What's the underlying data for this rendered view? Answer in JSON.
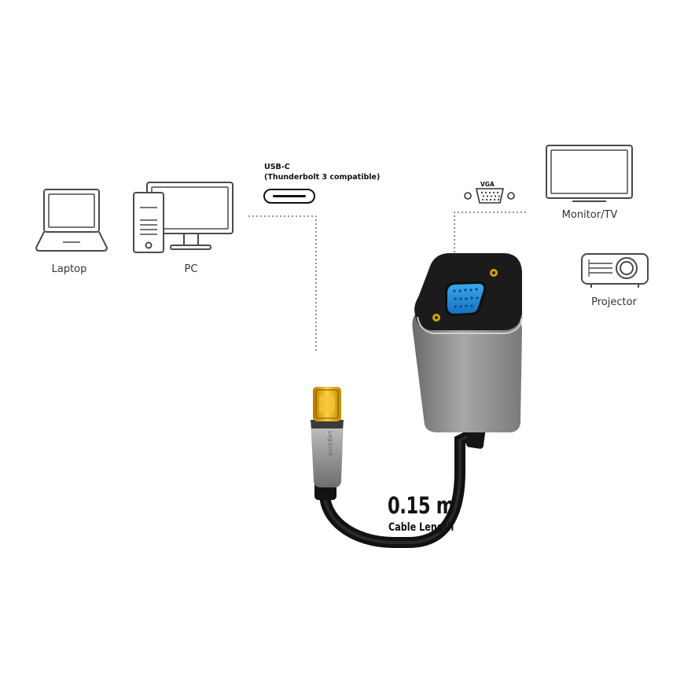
{
  "devices": {
    "laptop": "Laptop",
    "pc": "PC",
    "monitor": "Monitor/TV",
    "projector": "Projector"
  },
  "ports": {
    "usbc_title": "USB-C",
    "usbc_subtitle": "(Thunderbolt 3 compatible)",
    "vga_title": "VGA"
  },
  "product": {
    "brand": "LogiLink",
    "cable_length_value": "0.15 m",
    "cable_length_label": "Cable Length"
  },
  "colors": {
    "icon_stroke": "#4a4a4a",
    "vga_blue": "#1f8fd8",
    "gold": "#e0a400",
    "aluminium": "#9a9a9a",
    "cable": "#1a1a1a"
  }
}
